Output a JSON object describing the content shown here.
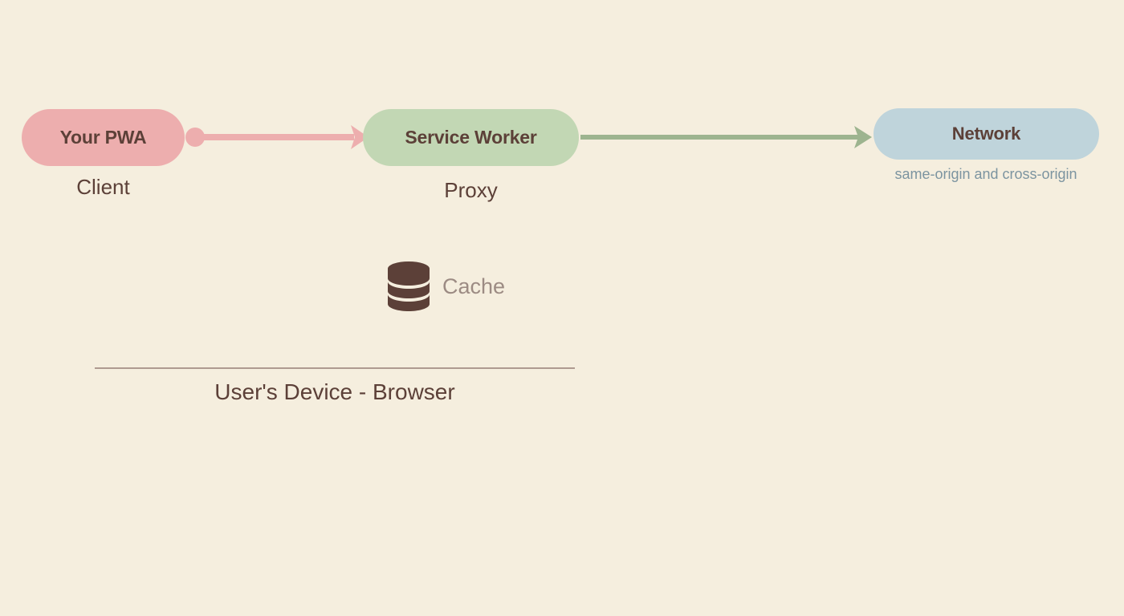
{
  "diagram": {
    "background_color": "#F5EEDE",
    "nodes": [
      {
        "id": "pwa",
        "label": "Your PWA",
        "caption": "Client",
        "fill": "#EDAEAE",
        "text_color": "#5C4038"
      },
      {
        "id": "service-worker",
        "label": "Service Worker",
        "caption": "Proxy",
        "fill": "#C2D7B4",
        "text_color": "#5C4038"
      },
      {
        "id": "network",
        "label": "Network",
        "caption": "same-origin and cross-origin",
        "fill": "#BFD4DB",
        "text_color": "#5C4038",
        "caption_color": "#7C94A0"
      }
    ],
    "connectors": [
      {
        "id": "pwa-to-service-worker",
        "from": "pwa",
        "to": "service-worker",
        "color": "#EDAEAE",
        "start_marker": "dot",
        "end_marker": "arrow"
      },
      {
        "id": "service-worker-to-network",
        "from": "service-worker",
        "to": "network",
        "color": "#9DB48F",
        "start_marker": "none",
        "end_marker": "arrow"
      }
    ],
    "storage": {
      "icon": "database-icon",
      "label": "Cache",
      "icon_color": "#5C4038",
      "label_color": "#9C8B83"
    },
    "boundary": {
      "label": "User's Device - Browser",
      "line_color": "#AE9A90",
      "text_color": "#5C4038"
    }
  }
}
